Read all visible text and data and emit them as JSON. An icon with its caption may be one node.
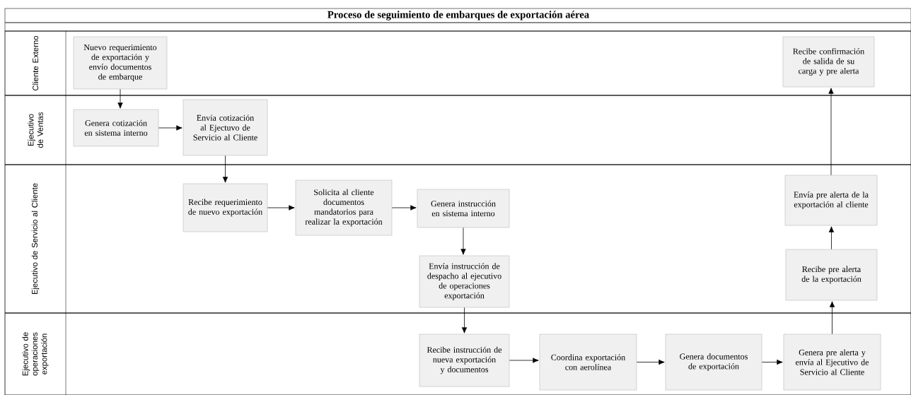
{
  "diagram": {
    "title": "Proceso de seguimiento de embarques de exportación aérea",
    "nodes": [
      {
        "text": [
          "Cliente Externo"
        ]
      },
      {
        "text": [
          "Nuevo requerimiento de exportación y envío documentos de embarque"
        ],
        "in": 0
      },
      {
        "text": [
          "Recibe confirmación de salida de su carga y pre alerta"
        ],
        "in": 0
      },
      {
        "text": [
          "Ejecutivo de Ventas"
        ]
      },
      {
        "text": [
          "Genera cotización en sistema interno"
        ],
        "in": 3
      },
      {
        "text": [
          "Envía cotización al Ejectuvo de Servicio al Cliente"
        ],
        "in": 3
      },
      {
        "text": [
          "Ejecutivo de Servicio al Cliente"
        ]
      },
      {
        "text": [
          "Recibe requerimiento de nuevo exportación"
        ],
        "in": 6
      },
      {
        "text": [
          "Solicita al cliente documentos mandatorios para realizar la exportación"
        ],
        "in": 6
      },
      {
        "text": [
          "Genera instrucción en sistema interno"
        ],
        "in": 6
      },
      {
        "text": [
          "Envía instrucción de despacho al ejecutivo de operaciones exportación"
        ],
        "in": 6
      },
      {
        "text": [
          "Envía pre alerta de la exportación al cliente"
        ],
        "in": 6
      },
      {
        "text": [
          "Recibe pre alerta de la exportación"
        ],
        "in": 6
      },
      {
        "text": [
          "Ejecutivo de operaciones exportación"
        ]
      },
      {
        "text": [
          "Recibe instrucción de nueva exportación y documentos"
        ],
        "in": 13
      },
      {
        "text": [
          "Coordina exportación con aerolínea"
        ],
        "in": 13
      },
      {
        "text": [
          "Genera documentos de exportación"
        ],
        "in": 13
      },
      {
        "text": [
          "Genera pre alerta y envía al Ejecutivo de Servicio al Cliente"
        ],
        "in": 13
      }
    ],
    "edges": [
      {
        "from": 1,
        "to": 4,
        "arrow": "to"
      },
      {
        "from": 4,
        "to": 5,
        "arrow": "to"
      },
      {
        "from": 5,
        "to": 7,
        "arrow": "to"
      },
      {
        "from": 7,
        "to": 8,
        "arrow": "to"
      },
      {
        "from": 8,
        "to": 9,
        "arrow": "to"
      },
      {
        "from": 9,
        "to": 10,
        "arrow": "to"
      },
      {
        "from": 10,
        "to": 14,
        "arrow": "to"
      },
      {
        "from": 14,
        "to": 15,
        "arrow": "to"
      },
      {
        "from": 15,
        "to": 16,
        "arrow": "to"
      },
      {
        "from": 16,
        "to": 17,
        "arrow": "to"
      },
      {
        "from": 17,
        "to": 12,
        "arrow": "to"
      },
      {
        "from": 12,
        "to": 11,
        "arrow": "to"
      },
      {
        "from": 11,
        "to": 2,
        "arrow": "to"
      }
    ]
  }
}
